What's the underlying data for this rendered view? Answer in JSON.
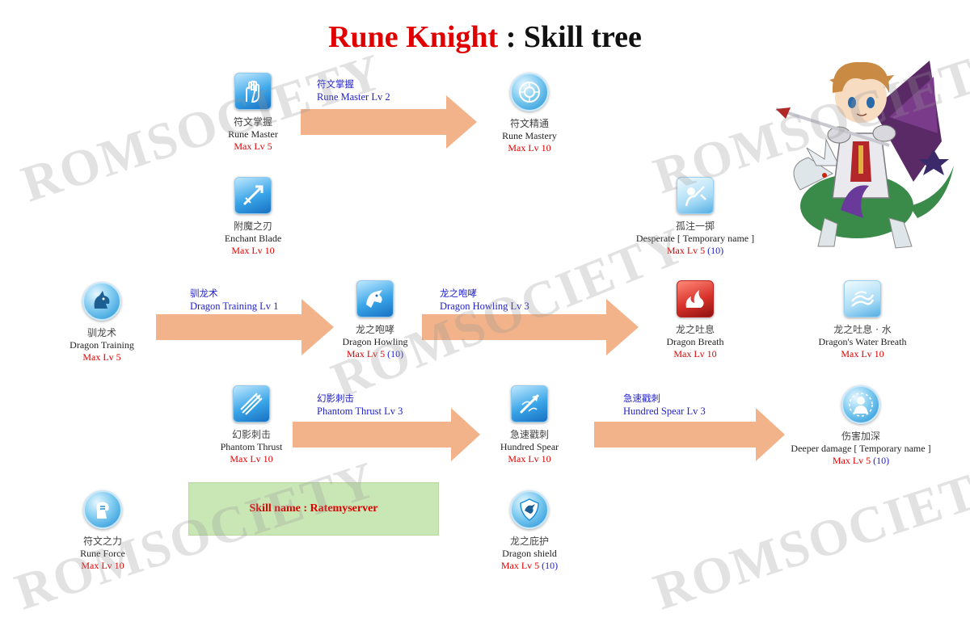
{
  "title": {
    "red": "Rune Knight",
    "sep": ":",
    "black": "Skill tree"
  },
  "watermark": "ROMSOCIETY",
  "note": "Skill name : Ratemyserver",
  "skills": {
    "rune_master": {
      "cn": "符文掌握",
      "en": "Rune Master",
      "max": "Max Lv 5",
      "extra": ""
    },
    "rune_mastery": {
      "cn": "符文精通",
      "en": "Rune Mastery",
      "max": "Max Lv 10",
      "extra": ""
    },
    "enchant_blade": {
      "cn": "附魔之刃",
      "en": "Enchant Blade",
      "max": "Max Lv 10",
      "extra": ""
    },
    "desperate": {
      "cn": "孤注一掷",
      "en": "Desperate [ Temporary name ]",
      "max": "Max Lv 5",
      "extra": "(10)"
    },
    "dragon_training": {
      "cn": "驯龙术",
      "en": "Dragon Training",
      "max": "Max Lv 5",
      "extra": ""
    },
    "dragon_howling": {
      "cn": "龙之咆哮",
      "en": "Dragon Howling",
      "max": "Max Lv 5",
      "extra": "(10)"
    },
    "dragon_breath": {
      "cn": "龙之吐息",
      "en": "Dragon Breath",
      "max": "Max Lv 10",
      "extra": ""
    },
    "dragons_water_breath": {
      "cn": "龙之吐息 · 水",
      "en": "Dragon's Water Breath",
      "max": "Max Lv 10",
      "extra": ""
    },
    "phantom_thrust": {
      "cn": "幻影刺击",
      "en": "Phantom Thrust",
      "max": "Max Lv 10",
      "extra": ""
    },
    "hundred_spear": {
      "cn": "急速戳刺",
      "en": "Hundred Spear",
      "max": "Max Lv 10",
      "extra": ""
    },
    "deeper_damage": {
      "cn": "伤害加深",
      "en": "Deeper damage [ Temporary name ]",
      "max": "Max Lv 5",
      "extra": "(10)"
    },
    "rune_force": {
      "cn": "符文之力",
      "en": "Rune Force",
      "max": "Max Lv 10",
      "extra": ""
    },
    "dragon_shield": {
      "cn": "龙之庇护",
      "en": "Dragon shield",
      "max": "Max Lv 5",
      "extra": "(10)"
    }
  },
  "requirements": {
    "r1": {
      "cn": "符文掌握",
      "en": "Rune Master Lv 2"
    },
    "r2": {
      "cn": "驯龙术",
      "en": "Dragon Training Lv 1"
    },
    "r3": {
      "cn": "龙之咆哮",
      "en": "Dragon Howling Lv 3"
    },
    "r4": {
      "cn": "幻影刺击",
      "en": "Phantom Thrust Lv 3"
    },
    "r5": {
      "cn": "急速戳刺",
      "en": "Hundred Spear Lv 3"
    }
  },
  "colors": {
    "title_red": "#e10000",
    "max_red": "#e00000",
    "extra_blue": "#2020cc",
    "arrow": "#f3b38a",
    "note_bg": "#c9e6b5"
  },
  "icons": {
    "rune_master": "rune-hand-icon",
    "rune_mastery": "rune-circle-icon",
    "enchant_blade": "enchant-blade-icon",
    "desperate": "desperate-icon",
    "dragon_training": "dragon-head-icon",
    "dragon_howling": "howling-icon",
    "dragon_breath": "fire-breath-icon",
    "dragons_water_breath": "water-breath-icon",
    "phantom_thrust": "spear-thrust-icon",
    "hundred_spear": "hundred-spear-icon",
    "deeper_damage": "deeper-damage-icon",
    "rune_force": "rune-fist-icon",
    "dragon_shield": "dragon-shield-icon"
  }
}
